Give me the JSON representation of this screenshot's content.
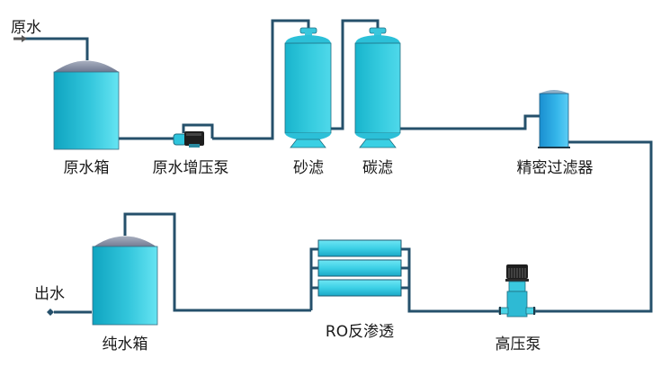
{
  "title": "RO water treatment process flow",
  "colors": {
    "pipe": "#25506b",
    "tank_light": "#5fe0ee",
    "tank_dark": "#10a8c4",
    "dome": "#8a93a8",
    "pump_body": "#1e1e1e"
  },
  "labels": {
    "raw_water_in": "原水",
    "raw_water_tank": "原水箱",
    "raw_water_booster_pump": "原水增压泵",
    "sand_filter": "砂滤",
    "carbon_filter": "碳滤",
    "precision_filter": "精密过滤器",
    "high_pressure_pump": "高压泵",
    "ro_membrane": "RO反渗透",
    "pure_water_tank": "纯水箱",
    "water_out": "出水"
  },
  "flow_order": [
    "原水",
    "原水箱",
    "原水增压泵",
    "砂滤",
    "碳滤",
    "精密过滤器",
    "高压泵",
    "RO反渗透",
    "纯水箱",
    "出水"
  ]
}
